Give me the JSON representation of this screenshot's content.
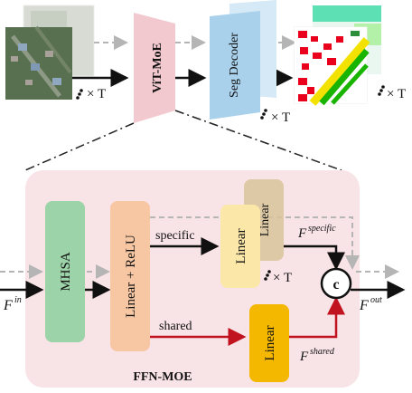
{
  "top": {
    "encoder_label": "ViT-MoE",
    "decoder_label": "Seg Decoder",
    "repeat_label": "× T"
  },
  "bottom": {
    "title": "FFN-MOE",
    "mhsa_label": "MHSA",
    "linear_relu_label": "Linear + ReLU",
    "specific_label": "specific",
    "shared_label": "shared",
    "linear_label": "Linear",
    "concat_label": "c",
    "repeat_label": "× T",
    "f_in": {
      "base": "F",
      "sup": "in"
    },
    "f_out": {
      "base": "F",
      "sup": "out"
    },
    "f_specific": {
      "base": "F",
      "sup": "specific"
    },
    "f_shared": {
      "base": "F",
      "sup": "shared"
    }
  },
  "colors": {
    "encoder": "#f2c9cf",
    "decoder": "#a9d1ec",
    "panel": "#f8e3e6",
    "mhsa": "#9cd3a8",
    "linear_relu": "#f7c7a3",
    "linear_specific": "#fbe7a8",
    "linear_shared": "#f5b800",
    "arrow_shared": "#c1121f",
    "dashed": "#b5b5b5"
  }
}
